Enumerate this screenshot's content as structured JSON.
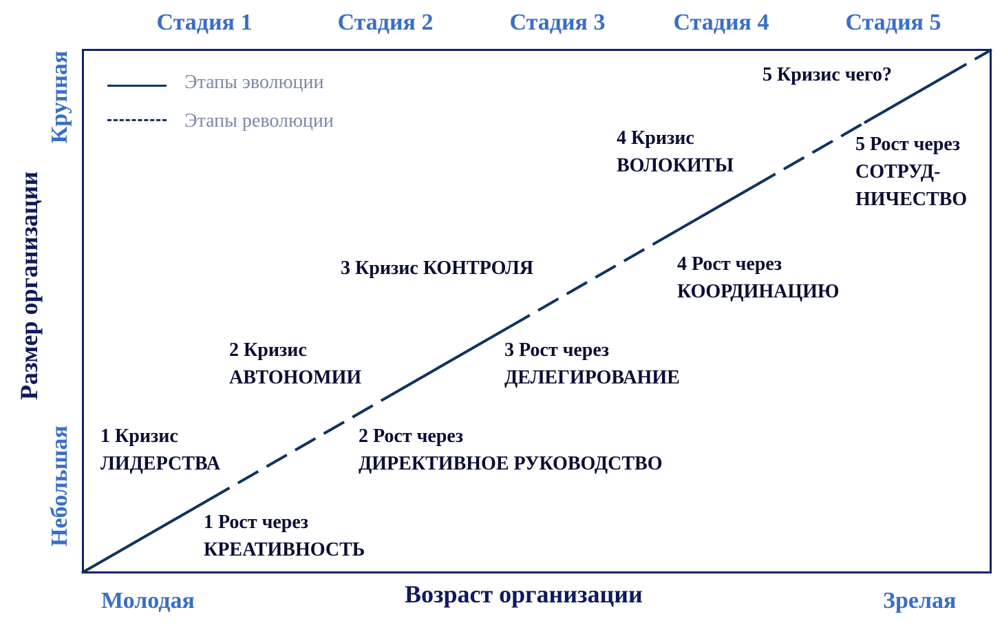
{
  "stages": [
    "Стадия 1",
    "Стадия 2",
    "Стадия 3",
    "Стадия 4",
    "Стадия 5"
  ],
  "legend": {
    "evolution": "Этапы эволюции",
    "revolution": "Этапы революции"
  },
  "crises": [
    {
      "line1": "1  Кризис",
      "line2": "ЛИДЕРСТВА"
    },
    {
      "line1": "2  Кризис",
      "line2": "АВТОНОМИИ"
    },
    {
      "line1": "3  Кризис КОНТРОЛЯ",
      "line2": ""
    },
    {
      "line1": "4  Кризис",
      "line2": "ВОЛОКИТЫ"
    },
    {
      "line1": "5  Кризис чего?",
      "line2": ""
    }
  ],
  "growth": [
    {
      "line1": "1  Рост через",
      "line2": "КРЕАТИВНОСТЬ"
    },
    {
      "line1": "2  Рост через",
      "line2": "ДИРЕКТИВНОЕ РУКОВОДСТВО"
    },
    {
      "line1": "3  Рост через",
      "line2": "ДЕЛЕГИРОВАНИЕ"
    },
    {
      "line1": "4 Рост через",
      "line2": "КООРДИНАЦИЮ"
    },
    {
      "line1": "5 Рост через",
      "line2": "СОТРУД-",
      "line3": "НИЧЕСТВО"
    }
  ],
  "axes": {
    "x_label": "Возраст организации",
    "x_start": "Молодая",
    "x_end": "Зрелая",
    "y_label": "Размер организации",
    "y_start": "Небольшая",
    "y_end": "Крупная"
  },
  "colors": {
    "line": "#10335f",
    "frame": "#0f2367",
    "accent": "#3a6ec7"
  }
}
